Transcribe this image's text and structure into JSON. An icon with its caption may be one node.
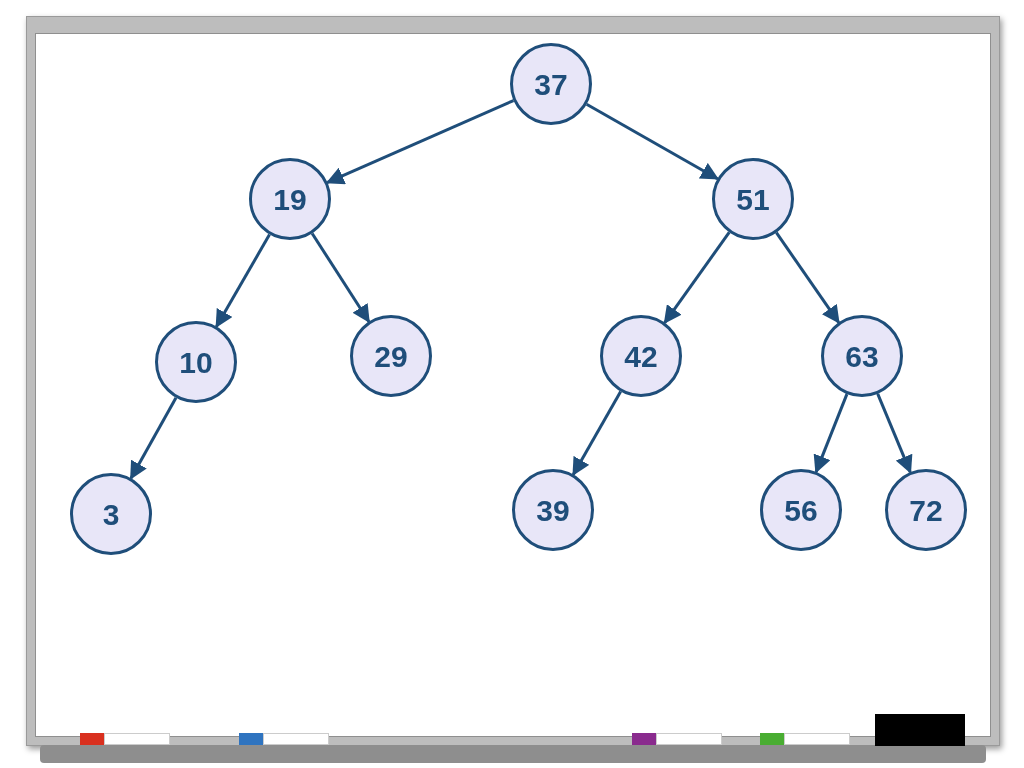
{
  "diagram": {
    "nodes": [
      {
        "text": [
          "37"
        ]
      },
      {
        "text": [
          "19"
        ]
      },
      {
        "text": [
          "51"
        ]
      },
      {
        "text": [
          "10"
        ]
      },
      {
        "text": [
          "29"
        ]
      },
      {
        "text": [
          "42"
        ]
      },
      {
        "text": [
          "63"
        ]
      },
      {
        "text": [
          "3"
        ]
      },
      {
        "text": [
          "39"
        ]
      },
      {
        "text": [
          "56"
        ]
      },
      {
        "text": [
          "72"
        ]
      }
    ],
    "edges": [
      {
        "from": 0,
        "to": 1,
        "arrow": "to"
      },
      {
        "from": 0,
        "to": 2,
        "arrow": "to"
      },
      {
        "from": 1,
        "to": 3,
        "arrow": "to"
      },
      {
        "from": 1,
        "to": 4,
        "arrow": "to"
      },
      {
        "from": 2,
        "to": 5,
        "arrow": "to"
      },
      {
        "from": 2,
        "to": 6,
        "arrow": "to"
      },
      {
        "from": 3,
        "to": 7,
        "arrow": "to"
      },
      {
        "from": 5,
        "to": 8,
        "arrow": "to"
      },
      {
        "from": 6,
        "to": 9,
        "arrow": "to"
      },
      {
        "from": 6,
        "to": 10,
        "arrow": "to"
      }
    ]
  }
}
